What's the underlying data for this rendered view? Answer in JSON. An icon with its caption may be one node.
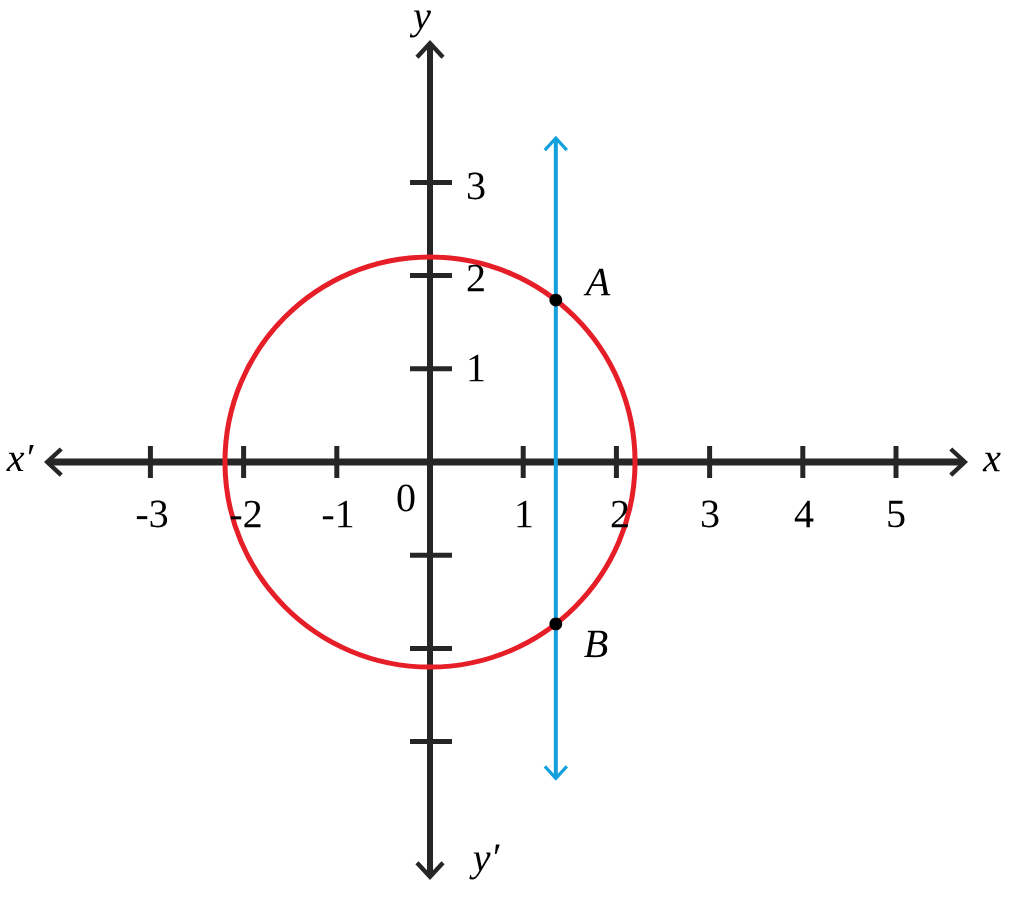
{
  "diagram": {
    "labels": [
      "y",
      "3",
      "2",
      "A",
      "1",
      "x′",
      "x",
      "-3",
      "-2",
      "-1",
      "0",
      "1",
      "2",
      "3",
      "4",
      "5",
      "B",
      "y′"
    ]
  }
}
